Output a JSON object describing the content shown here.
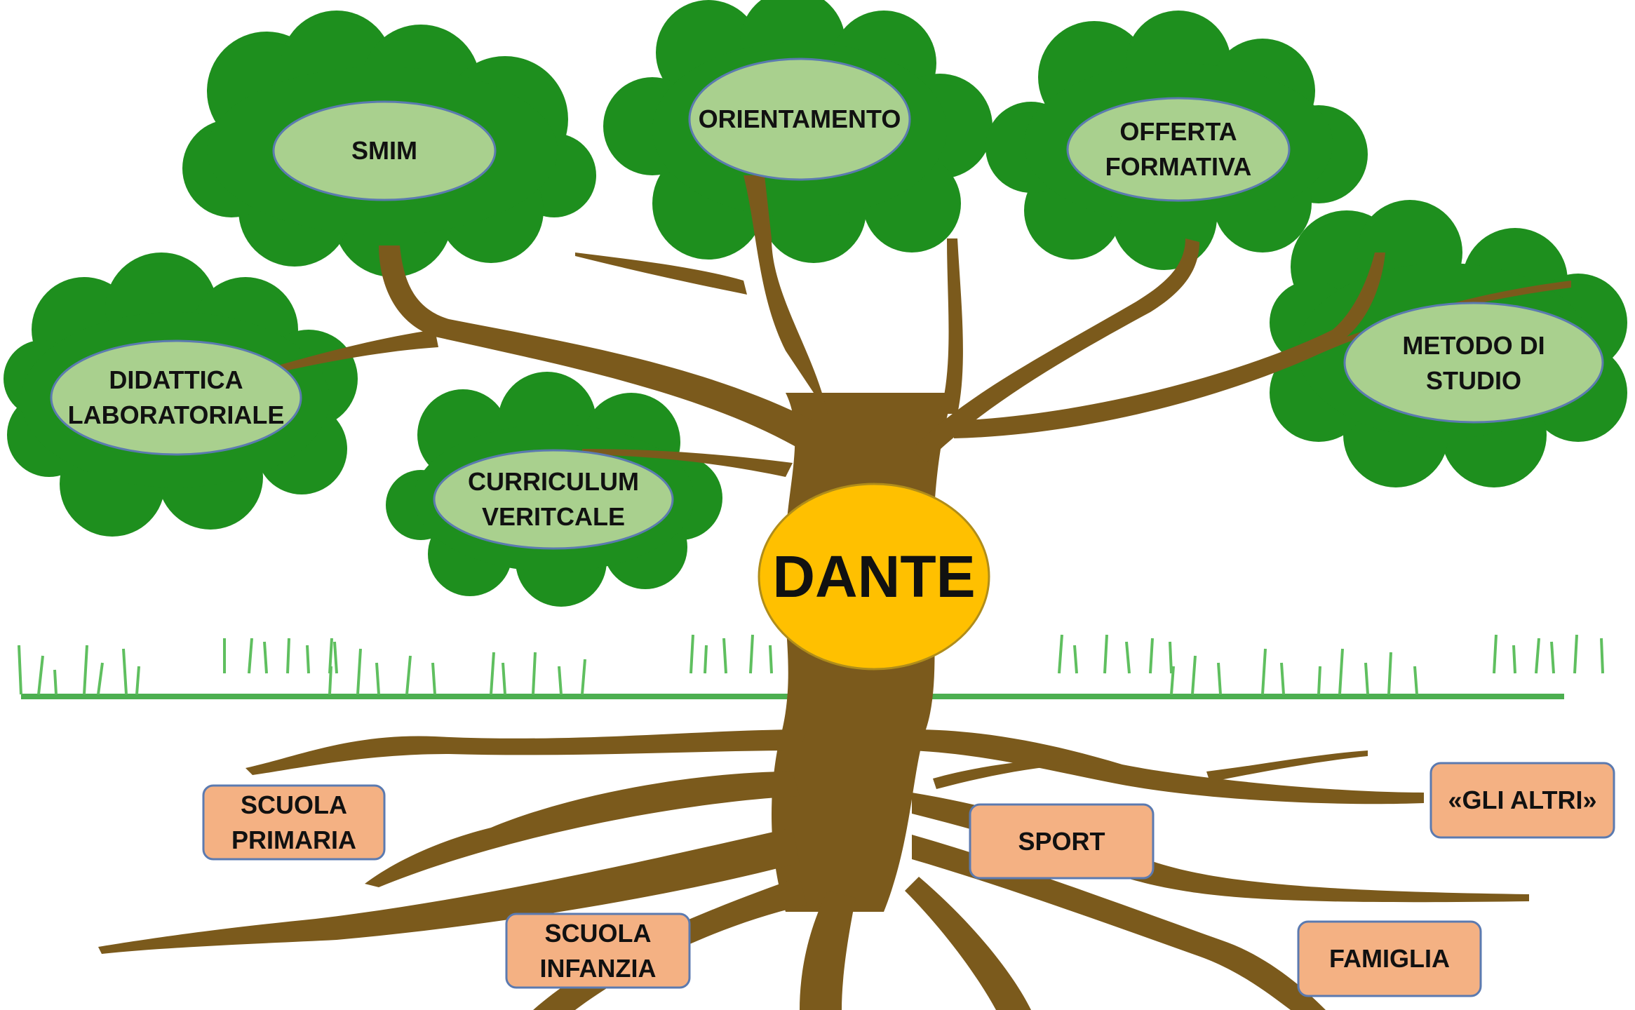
{
  "center": {
    "label": "DANTE"
  },
  "branches": [
    {
      "id": "smim",
      "label": "SMIM"
    },
    {
      "id": "orientamento",
      "label": "ORIENTAMENTO"
    },
    {
      "id": "offerta",
      "label": "OFFERTA\nFORMATIVA"
    },
    {
      "id": "didattica",
      "label": "DIDATTICA\nLABORATORIALE"
    },
    {
      "id": "curriculum",
      "label": "CURRICULUM\nVERITCALE"
    },
    {
      "id": "metodo",
      "label": "METODO DI\nSTUDIO"
    }
  ],
  "roots": [
    {
      "id": "primaria",
      "label": "SCUOLA\nPRIMARIA"
    },
    {
      "id": "sport",
      "label": "SPORT"
    },
    {
      "id": "altri",
      "label": "«GLI ALTRI»"
    },
    {
      "id": "infanzia",
      "label": "SCUOLA\nINFANZIA"
    },
    {
      "id": "famiglia",
      "label": "FAMIGLIA"
    }
  ],
  "colors": {
    "foliage": "#1e8f1e",
    "leaf_label_fill": "#a9d08e",
    "leaf_label_border": "#5b7ab0",
    "trunk": "#7b5a1c",
    "center_fill": "#ffc000",
    "center_border": "#b08d1a",
    "root_label_fill": "#f4b183",
    "root_label_border": "#5b7ab0",
    "grass": "#4caf50"
  }
}
